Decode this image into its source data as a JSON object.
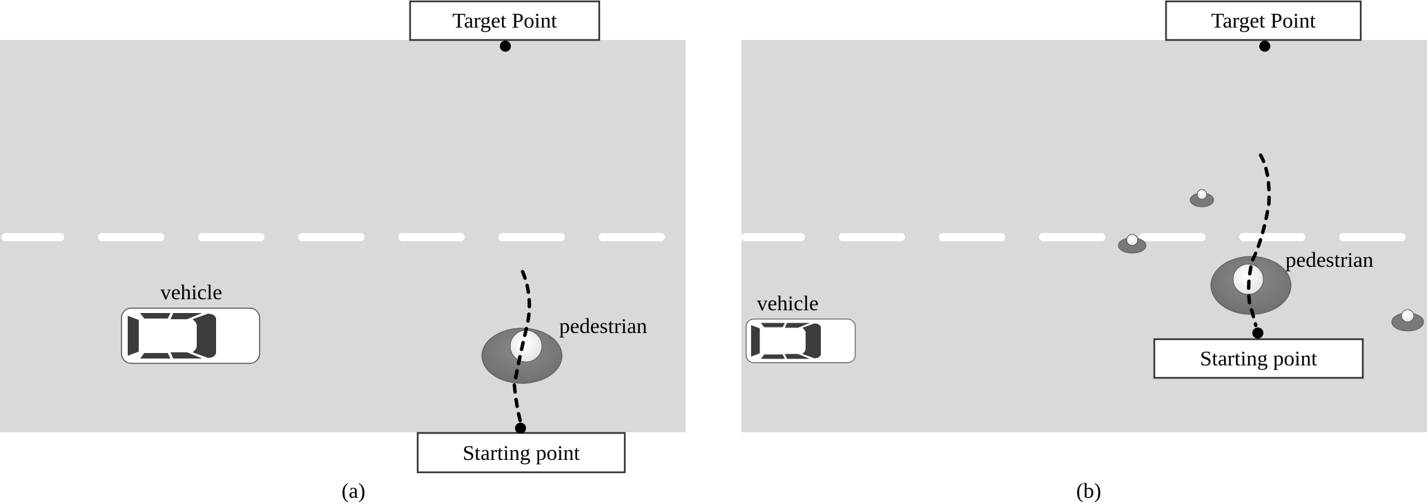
{
  "colors": {
    "road": "#d9d9d9",
    "lane_marking": "#ffffff",
    "pedestrian_body": "#7a7a7a",
    "pedestrian_head": "#f7f7f7",
    "car_window": "#3c3c3c",
    "car_body": "#ffffff",
    "path": "#000000"
  },
  "panels": [
    {
      "caption": "(a)",
      "target_label": "Target Point",
      "start_label": "Starting point",
      "vehicle_label": "vehicle",
      "pedestrian_label": "pedestrian",
      "other_pedestrians": 0
    },
    {
      "caption": "(b)",
      "target_label": "Target Point",
      "start_label": "Starting point",
      "vehicle_label": "vehicle",
      "pedestrian_label": "pedestrian",
      "other_pedestrians": 3
    }
  ]
}
